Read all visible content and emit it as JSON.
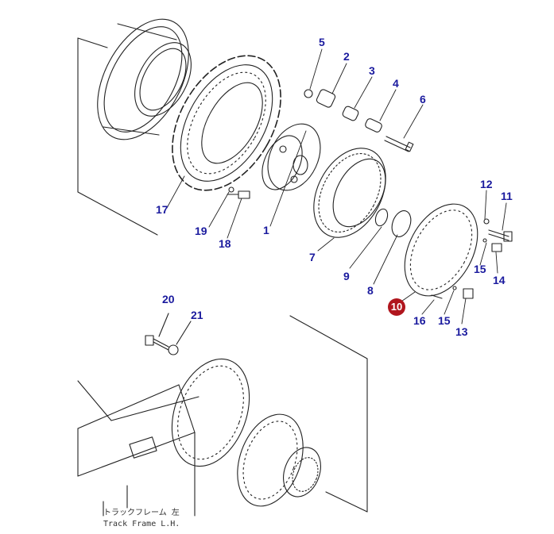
{
  "callouts": {
    "c1": "1",
    "c2": "2",
    "c3": "3",
    "c4": "4",
    "c5": "5",
    "c6": "6",
    "c7": "7",
    "c8": "8",
    "c9": "9",
    "c10": "10",
    "c11": "11",
    "c12": "12",
    "c13": "13",
    "c14": "14",
    "c15a": "15",
    "c15b": "15",
    "c16": "16",
    "c17": "17",
    "c18": "18",
    "c19": "19",
    "c20": "20",
    "c21": "21"
  },
  "caption": {
    "jp": "トラックフレーム 左",
    "en": "Track Frame L.H."
  },
  "colors": {
    "callout_text": "#1a1a9e",
    "highlight_badge": "#b0151d",
    "line_art": "#222222"
  }
}
